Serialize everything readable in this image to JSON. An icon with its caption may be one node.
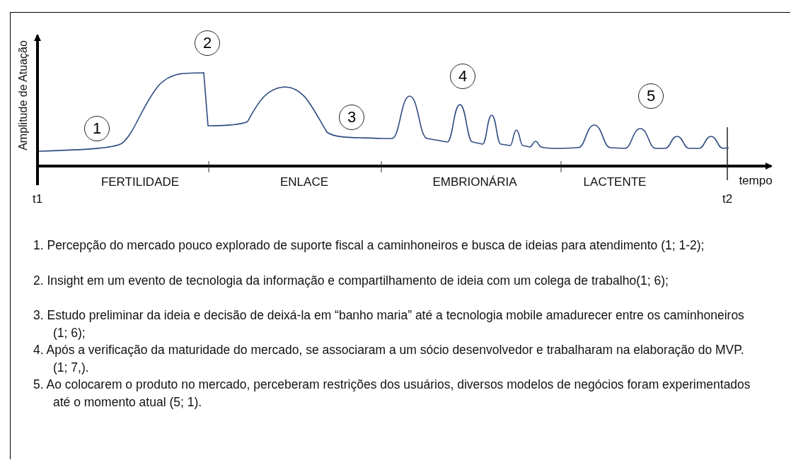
{
  "diagram": {
    "nodes": [
      {
        "text": [
          "1"
        ]
      },
      {
        "text": [
          "2"
        ]
      },
      {
        "text": [
          "3"
        ]
      },
      {
        "text": [
          "4"
        ]
      },
      {
        "text": [
          "5"
        ]
      }
    ],
    "edges": [],
    "labels": [
      "Amplitude de Atuação",
      "FERTILIDADE",
      "ENLACE",
      "EMBRIONÁRIA",
      "LACTENTE",
      "tempo",
      "t1",
      "t2",
      "1. Percepção do mercado pouco explorado de suporte fiscal a caminhoneiros e busca de ideias para atendimento (1; 1-2);",
      "2. Insight em um evento de tecnologia da informação e compartilhamento de ideia com um colega de trabalho(1; 6);",
      "3. Estudo preliminar da ideia e decisão de deixá-la em “banho maria” até a tecnologia mobile amadurecer entre os caminhoneiros (1; 6);",
      "4. Após a verificação da maturidade do mercado, se associaram a um sócio desenvolvedor e trabalharam na elaboração do MVP.(1; 7,).",
      "5. Ao colocarem o produto no mercado, perceberam restrições dos usuários, diversos modelos de negócios foram experimentados até o momento atual (5; 1)."
    ]
  }
}
